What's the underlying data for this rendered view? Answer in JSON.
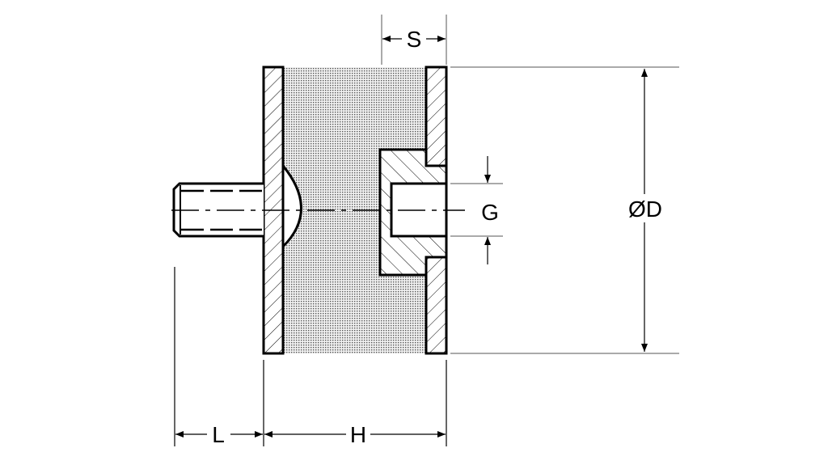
{
  "labels": {
    "s": "S",
    "d": "ØD",
    "g": "G",
    "l": "L",
    "h": "H"
  },
  "colors": {
    "line": "#000000",
    "rubber_fill": "#d9d9d9",
    "dim_line": "#555555"
  }
}
